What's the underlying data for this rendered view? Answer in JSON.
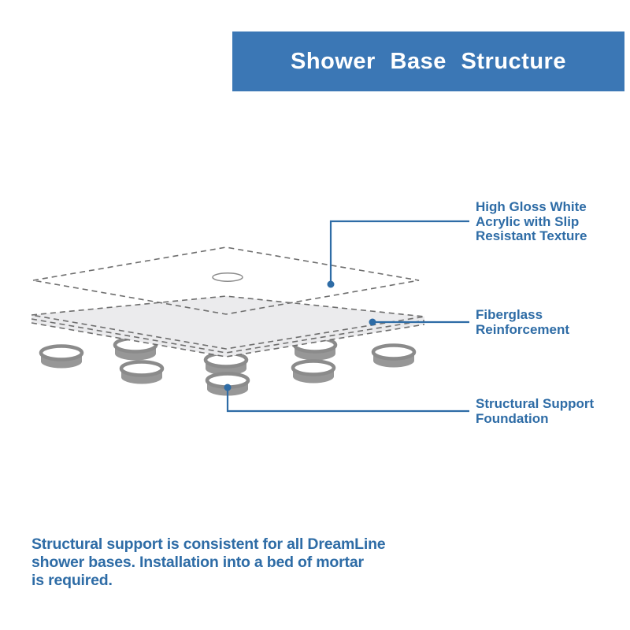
{
  "header": {
    "title": "Shower Base Structure",
    "bg_color": "#3b77b5",
    "text_color": "#ffffff"
  },
  "colors": {
    "accent_text": "#2e6ca6",
    "callout_line": "#2e6ca6",
    "dash_outline": "#6e6e6e",
    "slab_fill": "#ebebed",
    "ring_band": "#979797",
    "ring_rim": "#8b8b8b",
    "background": "#ffffff"
  },
  "callouts": {
    "acrylic": {
      "lines": [
        "High Gloss White",
        "Acrylic with Slip",
        "Resistant Texture"
      ]
    },
    "fiberglass": {
      "lines": [
        "Fiberglass",
        "Reinforcement"
      ]
    },
    "foundation": {
      "lines": [
        "Structural Support",
        "Foundation"
      ]
    }
  },
  "footnote": {
    "lines": [
      "Structural support is consistent for all DreamLine",
      "shower bases. Installation into a bed of mortar",
      "is required."
    ]
  }
}
